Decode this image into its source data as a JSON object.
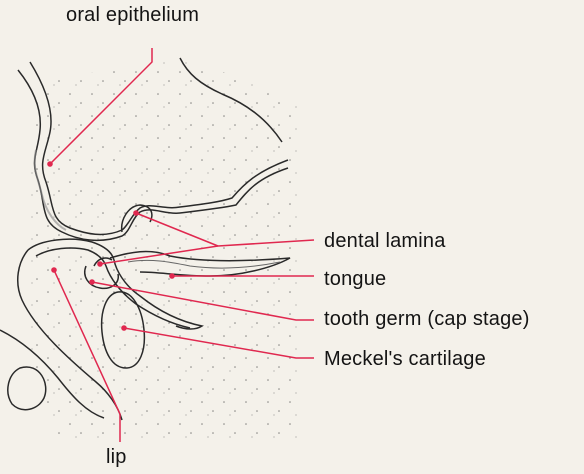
{
  "diagram": {
    "labels": {
      "oral_epithelium": "oral epithelium",
      "dental_lamina": "dental lamina",
      "tongue": "tongue",
      "tooth_germ": "tooth germ (cap stage)",
      "meckels_cartilage": "Meckel's cartilage",
      "lip": "lip"
    },
    "colors": {
      "leader_line": "#e0284f",
      "outline": "#2a2a2a",
      "background": "#f4f1ea"
    }
  }
}
